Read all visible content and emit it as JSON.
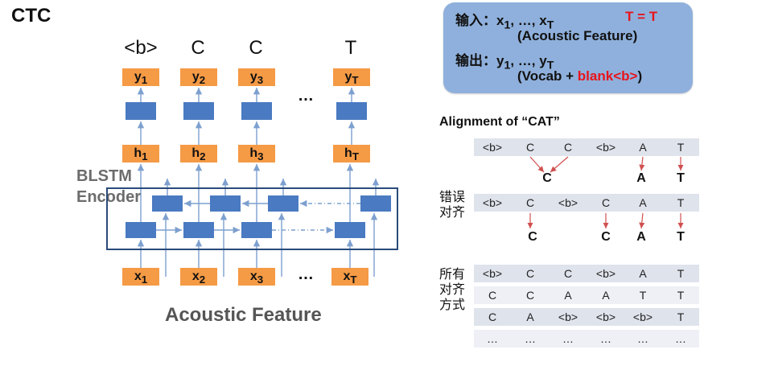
{
  "title": "CTC",
  "diagram": {
    "top_labels": [
      "<b>",
      "C",
      "C",
      "T"
    ],
    "output_labels": [
      "y",
      "y",
      "y",
      "y"
    ],
    "output_subs": [
      "1",
      "2",
      "3",
      "T"
    ],
    "hidden_labels": [
      "h",
      "h",
      "h",
      "h"
    ],
    "hidden_subs": [
      "1",
      "2",
      "3",
      "T"
    ],
    "input_labels": [
      "x",
      "x",
      "x",
      "x"
    ],
    "input_subs": [
      "1",
      "2",
      "3",
      "T"
    ],
    "ellipsis": "…",
    "encoder_label_line1": "BLSTM",
    "encoder_label_line2": "Encoder",
    "bottom_label": "Acoustic Feature",
    "colors": {
      "orange": "#f59a45",
      "blue": "#4a7ac1",
      "frame": "#2a4a7a",
      "arrow": "#7da0cf"
    }
  },
  "io_box": {
    "input_prefix": "输入：x",
    "input_mid": ", …, x",
    "sub_1": "1",
    "sub_T": "T",
    "input_eq": "T = T",
    "input_note": "(Acoustic Feature)",
    "output_prefix": "输出：y",
    "output_mid": ", …, y",
    "output_note_open": "(Vocab + ",
    "output_note_blank": "blank<b>",
    "output_note_close": ")"
  },
  "alignment": {
    "title": "Alignment of “CAT”",
    "wrong_label_1": "错误",
    "wrong_label_2": "对齐",
    "all_label_1": "所有",
    "all_label_2": "对齐",
    "all_label_3": "方式",
    "row1": [
      "<b>",
      "C",
      "C",
      "<b>",
      "A",
      "T"
    ],
    "row1_result": [
      "C",
      "A",
      "T"
    ],
    "row2": [
      "<b>",
      "C",
      "<b>",
      "C",
      "A",
      "T"
    ],
    "row2_result": [
      "C",
      "C",
      "A",
      "T"
    ],
    "table": [
      [
        "<b>",
        "C",
        "C",
        "<b>",
        "A",
        "T"
      ],
      [
        "C",
        "C",
        "A",
        "A",
        "T",
        "T"
      ],
      [
        "C",
        "A",
        "<b>",
        "<b>",
        "<b>",
        "T"
      ],
      [
        "…",
        "…",
        "…",
        "…",
        "…",
        "…"
      ]
    ]
  }
}
